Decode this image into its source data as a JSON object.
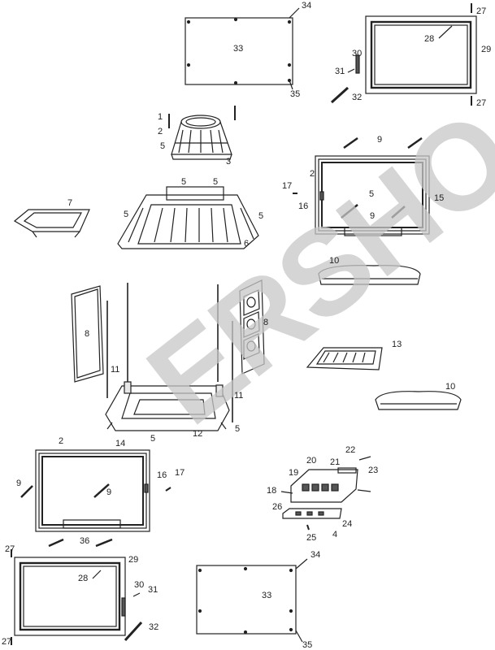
{
  "watermark": "ERSHO",
  "colors": {
    "line": "#222222",
    "watermark": "#c8c8c8",
    "fill_dark": "#555555",
    "fill_light": "#e8e8e8"
  },
  "labels": {
    "l34a": "34",
    "l33a": "33",
    "l35a": "35",
    "l27a": "27",
    "l28a": "28",
    "l29a": "29",
    "l30a": "30",
    "l31a": "31",
    "l32a": "32",
    "l27b": "27",
    "l1": "1",
    "l2a": "2",
    "l5a": "5",
    "l3": "3",
    "l9a": "9",
    "l2b": "2",
    "l17a": "17",
    "l16a": "16",
    "l5b": "5",
    "l9b": "9",
    "l15": "15",
    "l7": "7",
    "l5c": "5",
    "l5d": "5",
    "l5e": "5",
    "l5f": "5",
    "l6": "6",
    "l10a": "10",
    "l8a": "8",
    "l8b": "8",
    "l11a": "11",
    "l11b": "11",
    "l12": "12",
    "l5g": "5",
    "l13": "13",
    "l10b": "10",
    "l2c": "2",
    "l14": "14",
    "l5h": "5",
    "l9c": "9",
    "l9d": "9",
    "l16b": "16",
    "l17b": "17",
    "l36": "36",
    "l22": "22",
    "l21": "21",
    "l20": "20",
    "l19": "19",
    "l23": "23",
    "l18": "18",
    "l26": "26",
    "l24": "24",
    "l25": "25",
    "l4": "4",
    "l27c": "27",
    "l29b": "29",
    "l28b": "28",
    "l30b": "30",
    "l31b": "31",
    "l32b": "32",
    "l27d": "27",
    "l34b": "34",
    "l33b": "33",
    "l35b": "35"
  }
}
